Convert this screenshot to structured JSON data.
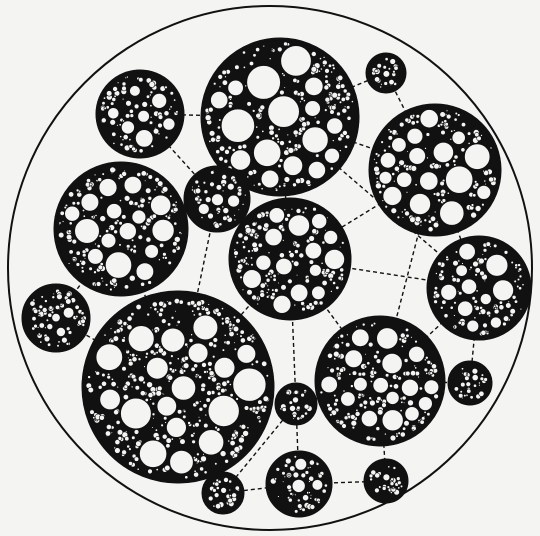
{
  "diagram": {
    "colors": {
      "background": "#f4f4f2",
      "ink": "#111111",
      "paper": "#f4f4f2"
    },
    "outer_boundary": "outer-circle",
    "cells": [
      {
        "id": "c1",
        "name": "top-center-large-cell"
      },
      {
        "id": "c2",
        "name": "upper-left-cell"
      },
      {
        "id": "c3",
        "name": "top-right-small-cell"
      },
      {
        "id": "c4",
        "name": "right-upper-cell"
      },
      {
        "id": "c5",
        "name": "left-mid-cell"
      },
      {
        "id": "c6",
        "name": "small-center-left-cell"
      },
      {
        "id": "c7",
        "name": "center-cell"
      },
      {
        "id": "c8",
        "name": "right-mid-cell"
      },
      {
        "id": "c9",
        "name": "far-left-small-cell"
      },
      {
        "id": "c10",
        "name": "bottom-left-large-cell"
      },
      {
        "id": "c11",
        "name": "bottom-right-cell"
      },
      {
        "id": "c12",
        "name": "bottom-center-small-cell"
      },
      {
        "id": "c13",
        "name": "right-small-cell"
      },
      {
        "id": "c14",
        "name": "bottom-small-left-cell"
      },
      {
        "id": "c15",
        "name": "bottom-center-cell"
      },
      {
        "id": "c16",
        "name": "bottom-right-small-cell"
      }
    ],
    "connections": [
      [
        "c2",
        "c1"
      ],
      [
        "c1",
        "c3"
      ],
      [
        "c3",
        "c4"
      ],
      [
        "c1",
        "c4"
      ],
      [
        "c2",
        "c6"
      ],
      [
        "c1",
        "c6"
      ],
      [
        "c1",
        "c7"
      ],
      [
        "c6",
        "c7"
      ],
      [
        "c5",
        "c6"
      ],
      [
        "c4",
        "c7"
      ],
      [
        "c4",
        "c8"
      ],
      [
        "c7",
        "c8"
      ],
      [
        "c5",
        "c9"
      ],
      [
        "c9",
        "c10"
      ],
      [
        "c5",
        "c10"
      ],
      [
        "c7",
        "c10"
      ],
      [
        "c7",
        "c11"
      ],
      [
        "c8",
        "c11"
      ],
      [
        "c8",
        "c13"
      ],
      [
        "c11",
        "c13"
      ],
      [
        "c7",
        "c12"
      ],
      [
        "c10",
        "c12"
      ],
      [
        "c11",
        "c12"
      ],
      [
        "c12",
        "c15"
      ],
      [
        "c10",
        "c14"
      ],
      [
        "c14",
        "c15"
      ],
      [
        "c15",
        "c16"
      ],
      [
        "c11",
        "c16"
      ],
      [
        "c6",
        "c10"
      ],
      [
        "c1",
        "c8"
      ],
      [
        "c4",
        "c11"
      ],
      [
        "c12",
        "c14"
      ]
    ]
  }
}
